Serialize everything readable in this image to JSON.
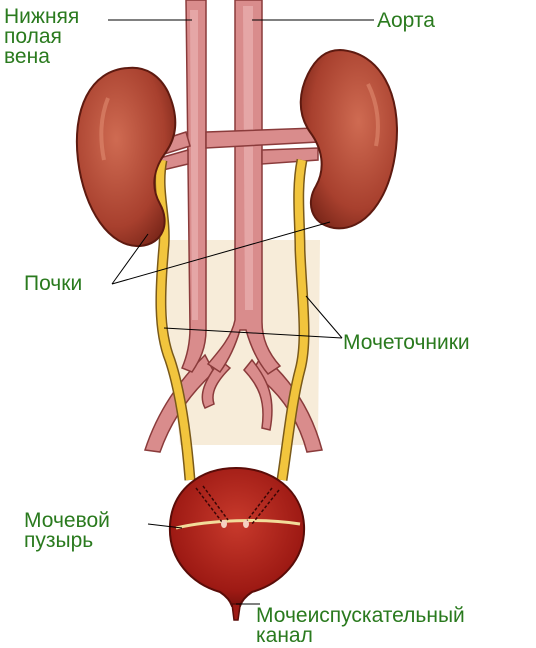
{
  "labels": {
    "ivc": [
      "Нижняя",
      "полая",
      "вена"
    ],
    "aorta": "Аорта",
    "kidneys": "Почки",
    "ureters": "Мочеточники",
    "bladder": [
      "Мочевой",
      "пузырь"
    ],
    "urethra": [
      "Мочеиспускательный",
      "канал"
    ]
  },
  "colors": {
    "label_text": "#2a7a1e",
    "kidney": "#a8402e",
    "vessel": "#d98c8c",
    "ureter": "#f2c53d",
    "bladder": "#a31818",
    "pelvis_fill": "#f7ecd9"
  }
}
